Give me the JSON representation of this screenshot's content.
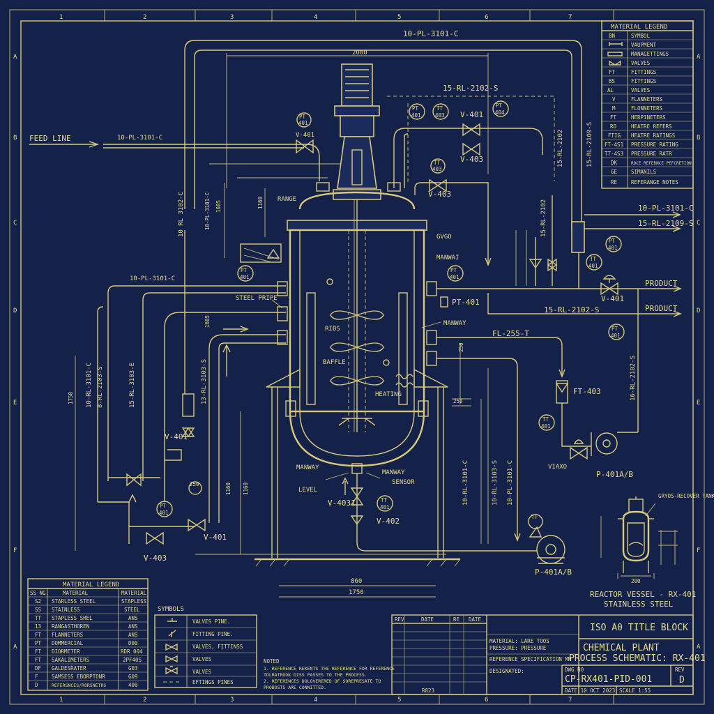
{
  "border": {
    "col_labels": [
      "1",
      "2",
      "3",
      "4",
      "5",
      "6",
      "7"
    ],
    "row_labels": [
      "A",
      "B",
      "C",
      "D",
      "E",
      "F",
      "A"
    ]
  },
  "lines": {
    "top_header": "10-PL-3101-C",
    "feed_line": "FEED LINE",
    "feed_tag": "10-PL-3101-C",
    "l_10pl_top": "10-PL-3101-C",
    "vert_10rl": "10 RL 3102-C",
    "line_15rl_top": "15-RL-2102-S",
    "vert_15rl_right": "15-RL-2102",
    "vert_15rl_mid": "15-RL-2109-S",
    "right_10pl": "10-PL-3101-C",
    "right_15rl": "15-RL-2109-S",
    "mid_15rl": "15-RL-2102-S",
    "fl_tag": "FL-255-T",
    "right_vert_16rl": "16-RL-2102-S",
    "left_vert_10rl": "10-RL-3101-C",
    "left_vert_8rl": "8-RL-2103-S",
    "left_vert_15rl": "15-RL-3103-E",
    "left_vert_13rl": "13-RL-3103-S",
    "bottom_vert_a": "10-RL-3101-C",
    "bottom_vert_b": "10-RL-3103-S",
    "bottom_vert_c": "10-PL-3101-C"
  },
  "labels": {
    "product_1": "PRODUCT",
    "product_2": "PRODUCT",
    "steel_pipe": "STEEL PRIPE",
    "baffle": "BAFFLE",
    "rib": "RIBS",
    "heating": "HEATING",
    "manway_top": "MANWAI",
    "manway_mid": "MANWAY",
    "manway_left": "MANWAY",
    "manway_bot": "MANWAY",
    "sensor": "SENSOR",
    "level": "LEVEL",
    "range": "RANGE",
    "gvgo": "GVGO",
    "viaxo": "VIAXO",
    "pump1": "P-401A/B",
    "pump2": "P-401A/B",
    "reactor": "REACTOR VESSEL - RX-401",
    "stainless": "STAINLESS STEEL"
  },
  "instruments": {
    "v401_top": "V-401",
    "v403_top": "V-403",
    "v401_left": "V-401",
    "v401_bl": "V-401",
    "v403_bl": "V-403",
    "v4031": "V-4031",
    "v402": "V-402",
    "v401_right": "V-401",
    "pt401": "PT-401",
    "ft403": "FT-403",
    "v403_mid": "V-403",
    "bubble_pt": "PT",
    "bubble_tt": "TT",
    "bubble_401": "401",
    "bubble_403": "403",
    "bubble_404": "404"
  },
  "dims": {
    "d2000": "2000",
    "d1160": "1160",
    "d1750": "1750",
    "d860": "860",
    "d250": "250",
    "d1605": "1605",
    "d200": "200"
  },
  "material_legend_top": {
    "title": "MATERIAL LEGEND",
    "rows": [
      [
        "BN",
        "SYMBOL"
      ],
      [
        "",
        ""
      ],
      [
        "",
        "VALVES"
      ],
      [
        "FT",
        "FITTINGS"
      ],
      [
        "BS",
        "FITTINGS"
      ],
      [
        "AL",
        "VALVES"
      ],
      [
        "V",
        "FLANNETERS"
      ],
      [
        "M",
        "FLONNETERS"
      ],
      [
        "FT",
        "HERPINETERS"
      ],
      [
        "RO",
        "HEATRE REFERS"
      ],
      [
        "FTIG",
        "HEATRE RATINGS"
      ],
      [
        "FT-4S1",
        "PRESSURE RATING"
      ],
      [
        "TT-4S3",
        "PRESSURE RATR"
      ],
      [
        "DK",
        "ROCE REFERNCE PEFCRETION"
      ],
      [
        "GE",
        "SIMANILS"
      ],
      [
        "RE",
        "REFERANGE NOTES"
      ]
    ],
    "row2_label": "VAUPMENT",
    "row3_label": "MANAGETTINGS"
  },
  "material_legend_bottom": {
    "title": "MATERIAL LEGEND",
    "headers": [
      "SS NG.",
      "MATERIAL",
      "MATERIAL"
    ],
    "rows": [
      [
        "S2",
        "STARLESS STEEL",
        "STAPLESS"
      ],
      [
        "SS",
        "STAINLESS",
        "STEEL"
      ],
      [
        "TT",
        "STAPLESS SHEL",
        "ANS"
      ],
      [
        "13",
        "RANGASTHOREN",
        "ANS"
      ],
      [
        "FT",
        "FLANNETERS",
        "ANS"
      ],
      [
        "PT",
        "DOMMERCIAL",
        "D00"
      ],
      [
        "FT",
        "DIORMETER",
        "RDR 004"
      ],
      [
        "FT",
        "SAKALIMETERS",
        "2PF40S"
      ],
      [
        "DF",
        "GALDESRATER",
        "G03"
      ],
      [
        "F",
        "SAMSESS EBORPTONR",
        "G09"
      ],
      [
        "D",
        "REFERSNCES/RORSNETRS",
        "400"
      ]
    ]
  },
  "symbols": {
    "title": "SYMBOLS",
    "rows": [
      "VALVES PINE.",
      "FITTING PINE.",
      "VALVES, FITTINSS",
      "VALVES",
      "VALVES",
      "EFTINGS PINES"
    ]
  },
  "notes": {
    "title": "NOTED",
    "lines": [
      "1. REFERENCE REKENTS THE REFERENCE FOR REFERENCE",
      "   TDLRATROOK DISS PASSES TO THE PROCESS.",
      "2. REFERENCES DOLOVERERED OF SOREPRESATE TO",
      "   PROBOSTS ARE CONNITTED."
    ]
  },
  "revision": {
    "headers": [
      "REV",
      "DATE",
      "RE",
      "DATE"
    ],
    "rows": [
      "",
      "",
      "",
      ""
    ],
    "materials": "MATERIAL:  LARE TOOS",
    "pressure": "PRESSURE:  PRESSURE",
    "reference": "REFERENCE SPECIFICATION MM",
    "designer": "DESIGNATED:",
    "r202": "R823"
  },
  "title_block": {
    "heading": "ISO A0 TITLE BLOCK",
    "line1": "CHEMICAL PLANT",
    "line2": "PROCESS SCHEMATIC: RX-401",
    "dwg_label": "DWG NO",
    "dwg_no": "CP-RX401-PID-001",
    "rev_label": "REV",
    "rev": "D",
    "date": "DATE 10 OCT 2023",
    "scale": "SCALE 1:55"
  },
  "detail": {
    "callout": "GRYOS-RECOVER TANK"
  }
}
